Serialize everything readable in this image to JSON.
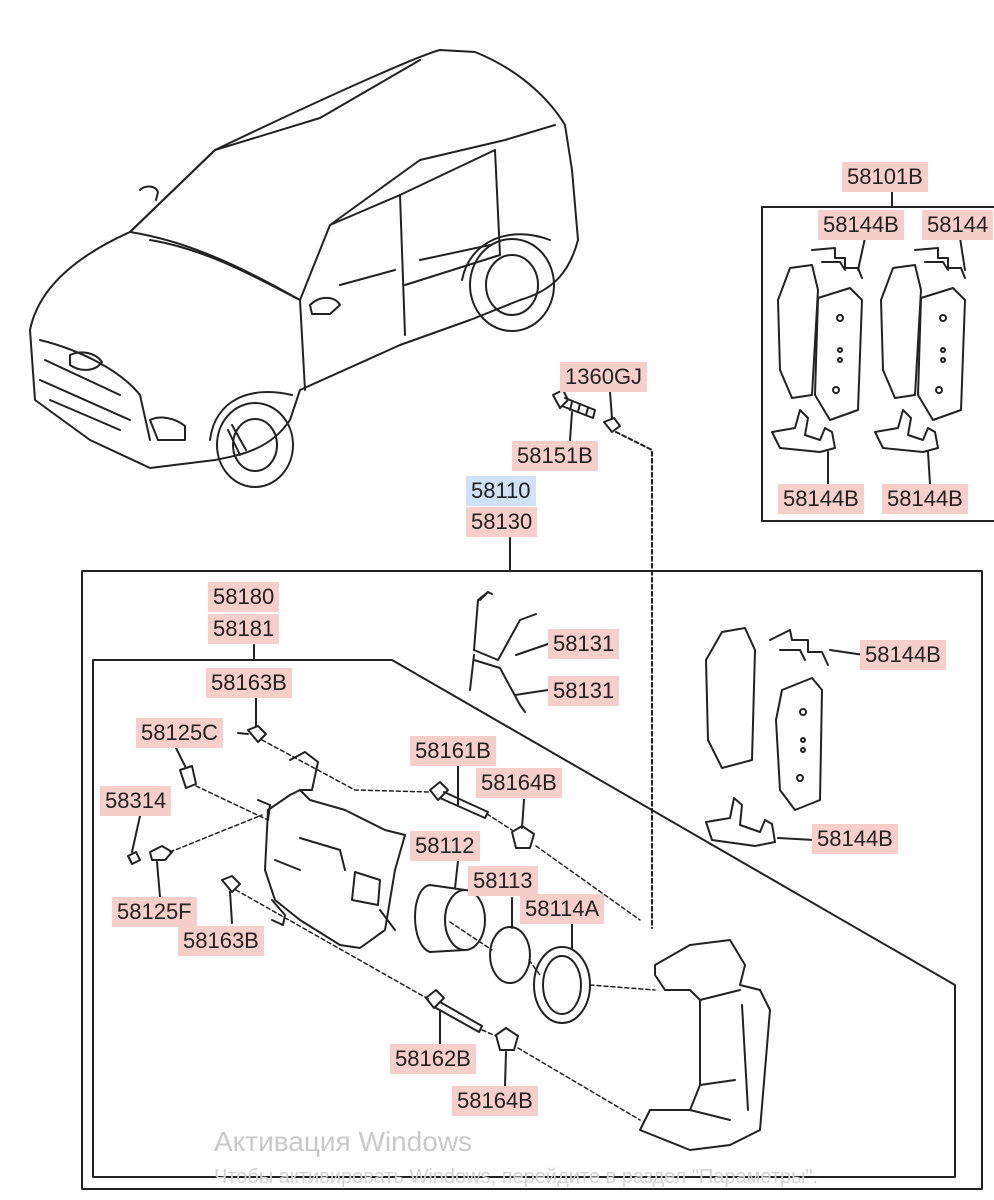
{
  "labels": {
    "l_58101B": "58101B",
    "l_58144B_tl": "58144B",
    "l_58144_tr": "58144",
    "l_1360GJ": "1360GJ",
    "l_58151B": "58151B",
    "l_58144B_bl": "58144B",
    "l_58144B_br": "58144B",
    "l_58110": "58110",
    "l_58130": "58130",
    "l_58180": "58180",
    "l_58181": "58181",
    "l_58131_a": "58131",
    "l_58144B_r1": "58144B",
    "l_58131_b": "58131",
    "l_58163B_top": "58163B",
    "l_58125C": "58125C",
    "l_58161B": "58161B",
    "l_58314": "58314",
    "l_58164B_top": "58164B",
    "l_58144B_r2": "58144B",
    "l_58112": "58112",
    "l_58113": "58113",
    "l_58114A": "58114A",
    "l_58125F": "58125F",
    "l_58163B_bot": "58163B",
    "l_58162B": "58162B",
    "l_58164B_bot": "58164B"
  },
  "watermark": {
    "line1": "Активация Windows",
    "line2": "Чтобы активировать Windows, перейдите в раздел \"Параметры\"."
  },
  "colors": {
    "label_bg": "#f6cfca",
    "selected_label_bg": "#cfe2f7",
    "line": "#222222"
  }
}
